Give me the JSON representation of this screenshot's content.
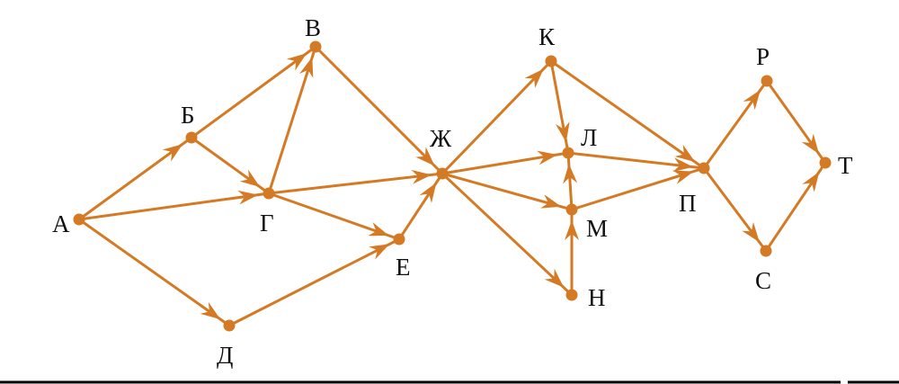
{
  "diagram": {
    "type": "directed-graph",
    "edge_color": "#d47a24",
    "nodes": [
      "А",
      "Б",
      "В",
      "Г",
      "Д",
      "Е",
      "Ж",
      "К",
      "Л",
      "М",
      "Н",
      "П",
      "Р",
      "С",
      "Т"
    ],
    "edges": [
      [
        "А",
        "Б"
      ],
      [
        "А",
        "Г"
      ],
      [
        "А",
        "Д"
      ],
      [
        "Б",
        "В"
      ],
      [
        "Б",
        "Г"
      ],
      [
        "Г",
        "В"
      ],
      [
        "Г",
        "Ж"
      ],
      [
        "Г",
        "Е"
      ],
      [
        "Д",
        "Е"
      ],
      [
        "Е",
        "Ж"
      ],
      [
        "В",
        "Ж"
      ],
      [
        "Ж",
        "К"
      ],
      [
        "Ж",
        "Л"
      ],
      [
        "Ж",
        "М"
      ],
      [
        "Ж",
        "Н"
      ],
      [
        "К",
        "Л"
      ],
      [
        "К",
        "П"
      ],
      [
        "Л",
        "П"
      ],
      [
        "М",
        "Л"
      ],
      [
        "М",
        "П"
      ],
      [
        "Н",
        "М"
      ],
      [
        "П",
        "Р"
      ],
      [
        "П",
        "С"
      ],
      [
        "Р",
        "Т"
      ],
      [
        "С",
        "Т"
      ]
    ]
  }
}
